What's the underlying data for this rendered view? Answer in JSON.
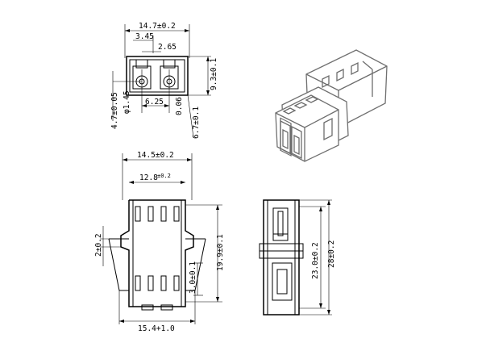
{
  "top_view": {
    "overall_width": "14.7±0.2",
    "offset_left": "3.45",
    "port_gap": "2.65",
    "height": "9.3±0.1",
    "left_vertical": "4.7±0.05",
    "ferrule_dia": "φ1.45",
    "pitch": "6.25",
    "radius": "0.06",
    "lower_vertical": "6.7±0.1"
  },
  "front_view": {
    "overall_width": "14.5±0.2",
    "inner_width": "12.8",
    "inner_width_tol": "±0.2",
    "flange_offset": "2±0.2",
    "body_height": "19.9±0.1",
    "clip_height": "3.0±0.1",
    "flange_width": "15.4+1.0"
  },
  "side_view": {
    "body_length": "23.0±0.2",
    "overall_length": "28±0.2"
  }
}
